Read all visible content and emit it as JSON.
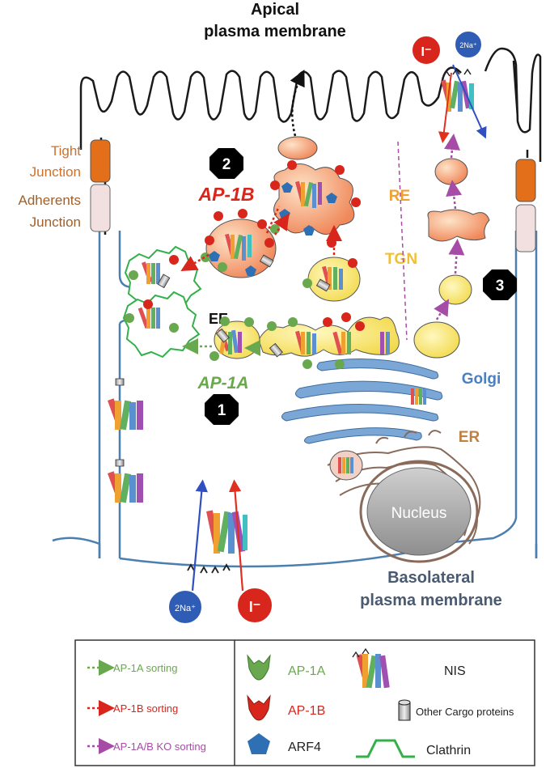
{
  "labels": {
    "apical_line1": "Apical",
    "apical_line2": "plasma membrane",
    "tight_line1": "Tight",
    "tight_line2": "Junction",
    "adherents_line1": "Adherents",
    "adherents_line2": "Junction",
    "basolateral_line1": "Basolateral",
    "basolateral_line2": "plasma membrane",
    "ap1b": "AP-1B",
    "ap1a": "AP-1A",
    "ee": "EE",
    "re": "RE",
    "tgn": "TGN",
    "golgi": "Golgi",
    "er": "ER",
    "nucleus": "Nucleus",
    "iodide": "I⁻",
    "sodium": "2Na⁺"
  },
  "steps": [
    "1",
    "2",
    "3"
  ],
  "legend": {
    "ap1a_sorting": "AP-1A sorting",
    "ap1b_sorting": "AP-1B sorting",
    "ko_sorting": "AP-1A/B KO sorting",
    "ap1a": "AP-1A",
    "ap1b": "AP-1B",
    "arf4": "ARF4",
    "nis": "NIS",
    "other_cargo": "Other Cargo proteins",
    "clathrin": "Clathrin"
  },
  "colors": {
    "membrane": "#1a1a1a",
    "cell_border": "#4a7fb0",
    "ap1a_green": "#6aa84f",
    "ap1b_red": "#d8261c",
    "ko_purple": "#a64ca6",
    "arf4_blue": "#2f6fb4",
    "golgi_blue": "#6f9fd0",
    "tight_orange": "#e46f1b",
    "adherents_pink": "#f0dada",
    "er_tan": "#a08070",
    "nucleus_grey": "#9a9a9a",
    "re_orange": "#f4a460",
    "tgn_yellow": "#f5e26a",
    "label_orange": "#f0a030",
    "label_brown": "#a0602a"
  }
}
